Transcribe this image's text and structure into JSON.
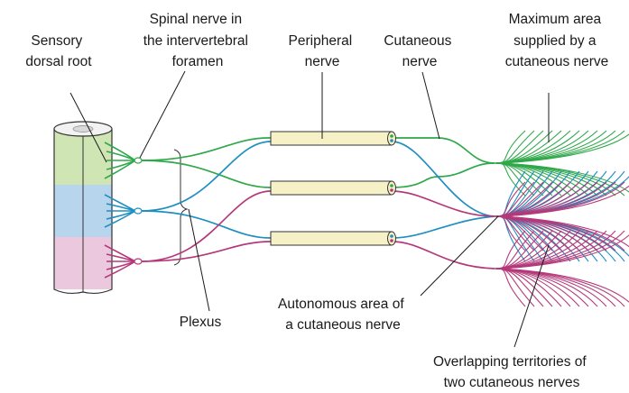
{
  "labels": {
    "sensory_root": [
      "Sensory",
      "dorsal root"
    ],
    "spinal_nerve": [
      "Spinal nerve in",
      "the intervertebral",
      "foramen"
    ],
    "peripheral_nerve": [
      "Peripheral",
      "nerve"
    ],
    "cutaneous_nerve": [
      "Cutaneous",
      "nerve"
    ],
    "max_area": [
      "Maximum area",
      "supplied by a",
      "cutaneous nerve"
    ],
    "plexus": [
      "Plexus"
    ],
    "autonomous_area": [
      "Autonomous area of",
      "a cutaneous nerve"
    ],
    "overlapping": [
      "Overlapping territories of",
      "two cutaneous nerves"
    ]
  },
  "colors": {
    "green": "#2fa84a",
    "blue": "#1f8fc0",
    "magenta": "#b5397a",
    "seg_green": "#cfe6b4",
    "seg_blue": "#b7d5ec",
    "seg_pink": "#ecc8df",
    "nerve_fill": "#f7f1c8",
    "outline": "#333333"
  }
}
